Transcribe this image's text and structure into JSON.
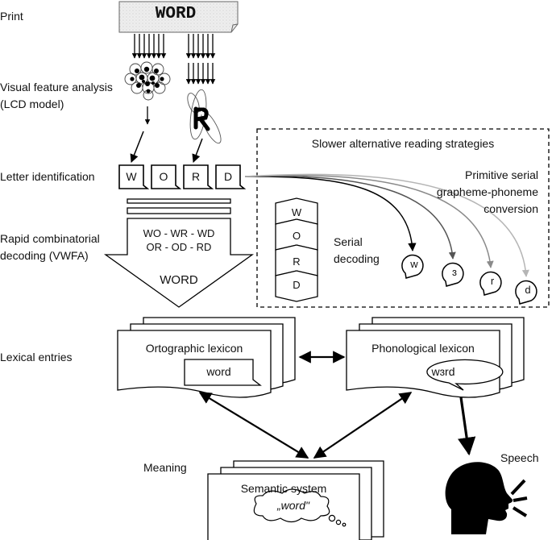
{
  "stages": {
    "print": "Print",
    "visual_1": "Visual feature analysis",
    "visual_2": "(LCD model)",
    "letter_id": "Letter identification",
    "rapid_1": "Rapid combinatorial",
    "rapid_2": "decoding (VWFA)",
    "lexical": "Lexical entries",
    "meaning": "Meaning",
    "speech": "Speech"
  },
  "print_word": "WORD",
  "letters": [
    "W",
    "O",
    "R",
    "D"
  ],
  "vwfa": {
    "bigrams_1": "WO - WR - WD",
    "bigrams_2": "OR - OD - RD",
    "word": "WORD"
  },
  "alternative": {
    "title": "Slower alternative reading strategies",
    "primitive_1": "Primitive serial",
    "primitive_2": "grapheme-phoneme",
    "primitive_3": "conversion",
    "serial_1": "Serial",
    "serial_2": "decoding",
    "serial_letters": [
      "W",
      "O",
      "R",
      "D"
    ],
    "phonemes": [
      "w",
      "ɜ",
      "r",
      "d"
    ]
  },
  "lexicon": {
    "orthographic": "Ortographic lexicon",
    "orthographic_word": "word",
    "phonological": "Phonological lexicon",
    "phonological_word": "wɜrd"
  },
  "semantic": {
    "title": "Semantic system",
    "thought": "„word\""
  }
}
